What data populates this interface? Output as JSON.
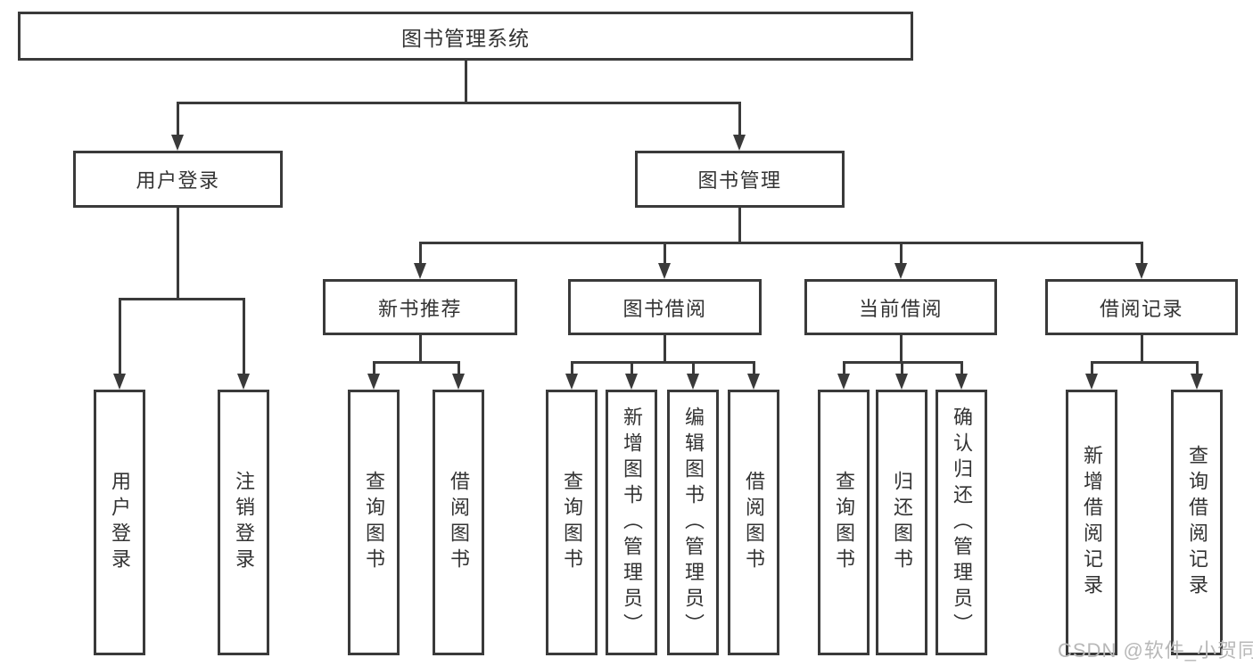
{
  "title": "图书管理系统",
  "watermark": "CSDN @软件_小贺同学",
  "colors": {
    "line": "#3a3a3a",
    "box_border": "#3a3a3a",
    "text": "#333333",
    "background": "#ffffff",
    "watermark": "#b8b8b8"
  },
  "tree": {
    "root": "图书管理系统",
    "branches": [
      {
        "label": "用户登录",
        "leaves": [
          "用户登录",
          "注销登录"
        ]
      },
      {
        "label": "图书管理",
        "groups": [
          {
            "label": "新书推荐",
            "leaves": [
              "查询图书",
              "借阅图书"
            ]
          },
          {
            "label": "图书借阅",
            "leaves": [
              "查询图书",
              "新增图书（管理员）",
              "编辑图书（管理员）",
              "借阅图书"
            ]
          },
          {
            "label": "当前借阅",
            "leaves": [
              "查询图书",
              "归还图书",
              "确认归还（管理员）"
            ]
          },
          {
            "label": "借阅记录",
            "leaves": [
              "新增借阅记录",
              "查询借阅记录"
            ]
          }
        ]
      }
    ]
  }
}
